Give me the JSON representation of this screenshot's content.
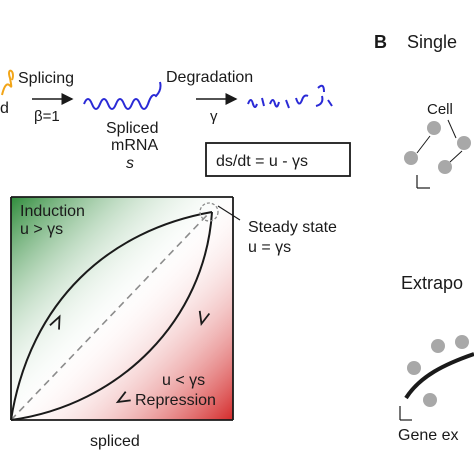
{
  "panel_a": {
    "steps": {
      "splicing": "Splicing",
      "beta": "β=1",
      "degradation": "Degradation",
      "gamma": "γ"
    },
    "unspliced_tail": "d",
    "spliced_label": [
      "Spliced",
      "mRNA"
    ],
    "spliced_symbol": "s",
    "equation": "ds/dt = u - γs",
    "phase": {
      "induction": [
        "Induction",
        "u > γs"
      ],
      "repression": [
        "u < γs",
        "Repression"
      ],
      "steady_state": [
        "Steady state",
        "u = γs"
      ],
      "xlabel": "spliced"
    },
    "colors": {
      "induction": "#2e8b3a",
      "repression": "#d42a2a",
      "unspliced_rna": "#f2a518",
      "spliced_rna": "#2a2ad6"
    }
  },
  "panel_b": {
    "letter": "B",
    "title": "Single",
    "cell_label": "Cell",
    "extrapolation_title": "Extrapo",
    "gene_label": "Gene ex"
  }
}
